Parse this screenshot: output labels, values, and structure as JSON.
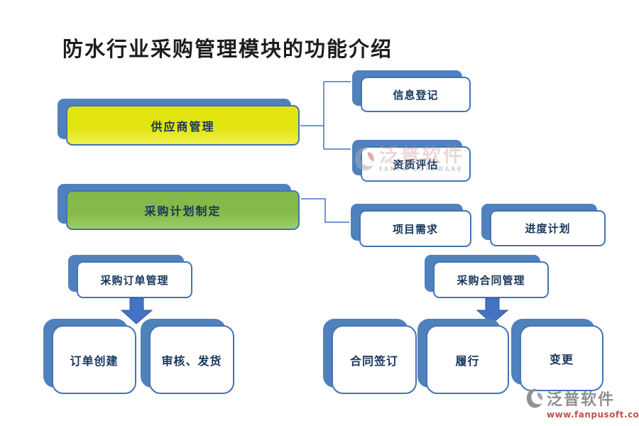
{
  "title": "防水行业采购管理模块的功能介绍",
  "nodes": {
    "supplier": {
      "label": "供应商管理"
    },
    "plan": {
      "label": "采购计划制定"
    },
    "order": {
      "label": "采购订单管理"
    },
    "contract": {
      "label": "采购合同管理"
    },
    "info": {
      "label": "信息登记"
    },
    "qualification": {
      "label": "资质评估"
    },
    "requirement": {
      "label": "项目需求"
    },
    "schedule": {
      "label": "进度计划"
    },
    "order_create": {
      "label": "订单创建"
    },
    "review_ship": {
      "label": "审核、发货"
    },
    "contract_sign": {
      "label": "合同签订"
    },
    "perform": {
      "label": "履行"
    },
    "change": {
      "label": "变更"
    }
  },
  "watermark": {
    "brand": "泛普软件",
    "caption": "FANPU SOFTWARE"
  },
  "footer_logo": {
    "brand": "泛普软件",
    "url": "www.fanpusoft.com"
  },
  "colors": {
    "shadow_blue": "#4f81bd",
    "border_blue": "#4374b5",
    "connector_blue": "#4472c4",
    "arrow_blue": "#4472c4",
    "node_yellow": "#e2e40e",
    "node_green": "#85b949",
    "label_navy": "#17365d",
    "title_black": "#1c1c1c",
    "url_red": "#c0504d",
    "watermark_gray": "#a0a0a5"
  }
}
